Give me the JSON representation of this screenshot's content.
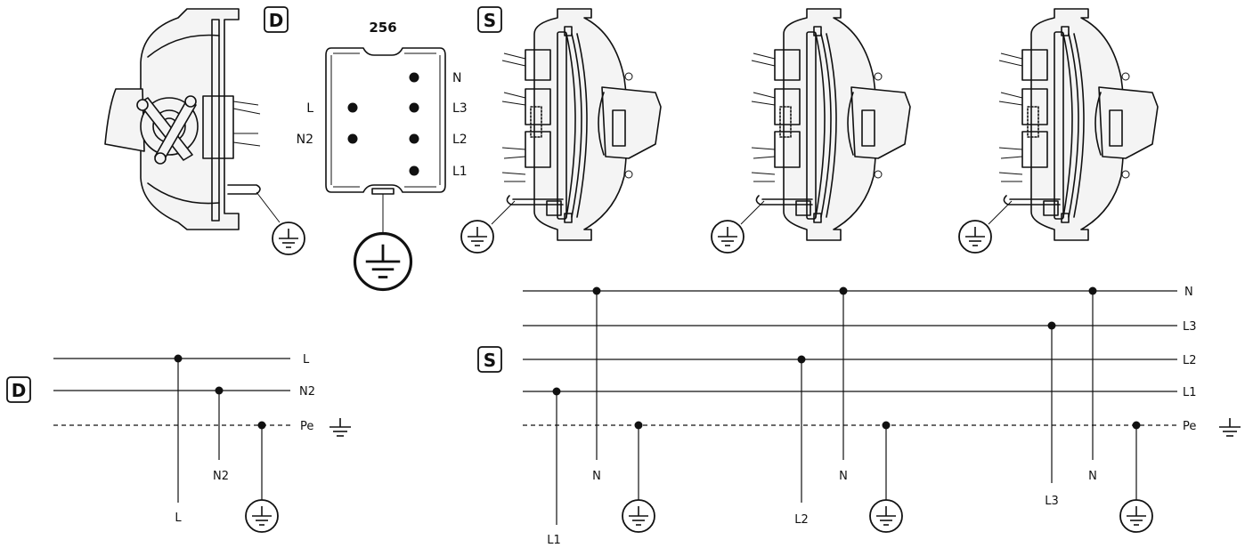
{
  "badges": {
    "d": "D",
    "s": "S"
  },
  "socket": {
    "title": "256",
    "left_labels": [
      "L",
      "N2"
    ],
    "right_labels": [
      "N",
      "L3",
      "L2",
      "L1"
    ]
  },
  "wiring_d": {
    "lines": [
      "L",
      "N2",
      "Pe"
    ],
    "drops": [
      "N2",
      "L"
    ]
  },
  "wiring_s": {
    "lines": [
      "N",
      "L3",
      "L2",
      "L1",
      "Pe"
    ],
    "drops": [
      "L1",
      "N",
      "L2",
      "N",
      "L3",
      "N"
    ]
  },
  "icons": {
    "earth": "earth-ground-symbol",
    "device_front": "switch-front-view",
    "device_side": "switch-side-view"
  },
  "colors": {
    "ink": "#111111",
    "background": "#ffffff"
  }
}
